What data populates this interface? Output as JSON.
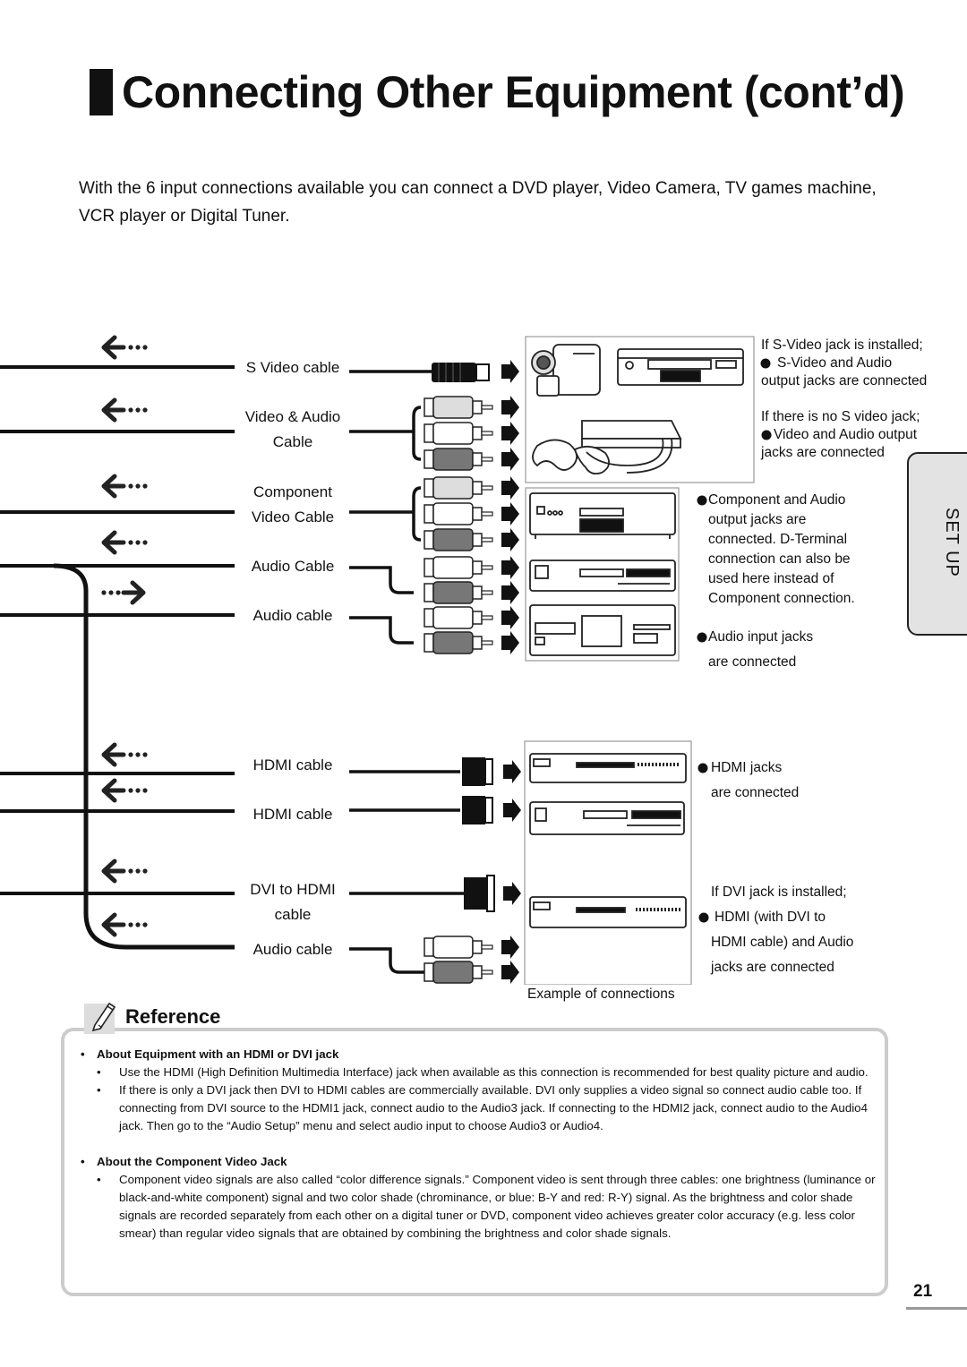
{
  "title": "Connecting Other Equipment (cont’d)",
  "intro": "With the 6 input connections available you can connect a DVD player, Video Camera, TV games machine, VCR player or Digital Tuner.",
  "cables": {
    "svideo": "S Video cable",
    "va1": "Video & Audio",
    "va2": "Cable",
    "comp1": "Component",
    "comp2": "Video Cable",
    "audio1": "Audio Cable",
    "audio2": "Audio cable",
    "hdmi1": "HDMI cable",
    "hdmi2": "HDMI cable",
    "dvi1": "DVI to HDMI",
    "dvi2": "cable",
    "audio3": "Audio cable"
  },
  "notes": {
    "sv_intro": "If S-Video jack is installed;",
    "sv_l1": "S-Video and Audio",
    "sv_l2": "output jacks are connected",
    "nosv_intro": "If there is no S video jack;",
    "nosv_l1": "Video and Audio output",
    "nosv_l2": "jacks are connected",
    "comp_l1": "Component and Audio",
    "comp_l2": "output jacks are",
    "comp_l3": "connected. D-Terminal",
    "comp_l4": "connection can also be",
    "comp_l5": "used here instead of",
    "comp_l6": "Component connection.",
    "ain_l1": "Audio input jacks",
    "ain_l2": "are connected",
    "hdmi_l1": "HDMI jacks",
    "hdmi_l2": "are connected",
    "dvi_intro": "If DVI jack is installed;",
    "dvi_l1": "HDMI (with DVI to",
    "dvi_l2": "HDMI cable) and Audio",
    "dvi_l3": "jacks are connected"
  },
  "example_caption": "Example of connections",
  "setup_tab": "SET UP",
  "reference": {
    "title": "Reference",
    "sections": [
      {
        "heading": "About Equipment with an HDMI or DVI jack",
        "bullets": [
          "Use the HDMI (High Definition Multimedia Interface) jack when available as this connection is recommended for best quality picture and audio.",
          "If there is only a DVI jack then DVI to HDMI cables are commercially available. DVI only supplies a video signal so connect audio cable too. If connecting from DVI source to the HDMI1 jack, connect audio to the Audio3 jack. If connecting to the HDMI2 jack, connect audio to the Audio4 jack. Then go to the “Audio Setup” menu and select audio input to choose Audio3 or Audio4."
        ]
      },
      {
        "heading": "About the Component Video Jack",
        "bullets": [
          "Component video signals are also called “color difference signals.” Component video is sent through three cables: one brightness (luminance or black-and-white component) signal and two color shade (chrominance, or blue: B-Y and red: R-Y) signal. As the brightness and color shade signals are recorded separately from each other on a digital tuner or DVD, component video achieves greater color accuracy (e.g. less color smear) than regular video signals that are obtained by combining the brightness and color shade signals."
        ]
      }
    ]
  },
  "page_number": "21"
}
